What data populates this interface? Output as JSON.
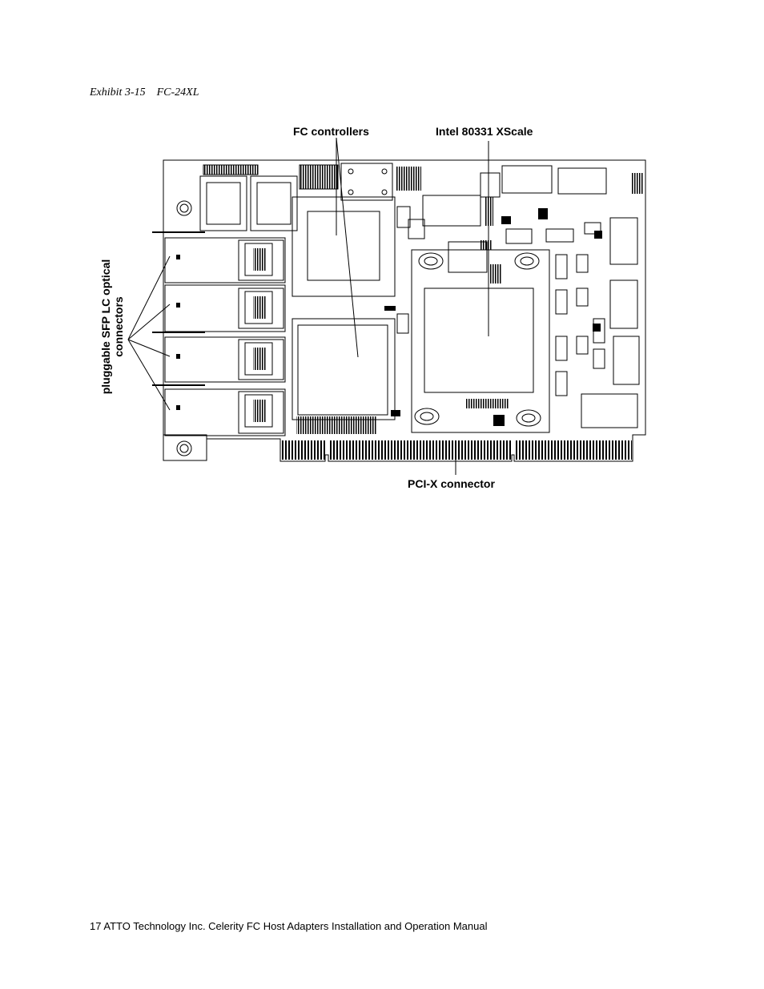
{
  "caption": {
    "exhibit": "Exhibit 3-15",
    "model": "FC-24XL"
  },
  "callouts": {
    "fc_controllers": "FC controllers",
    "intel_xscale": "Intel 80331 XScale",
    "pci_x_connector": "PCI-X connector",
    "sfp_line1": "pluggable SFP LC optical",
    "sfp_line2": "connectors"
  },
  "footer": {
    "page_number": "17",
    "text": "ATTO Technology Inc. Celerity FC Host Adapters Installation and Operation Manual"
  }
}
